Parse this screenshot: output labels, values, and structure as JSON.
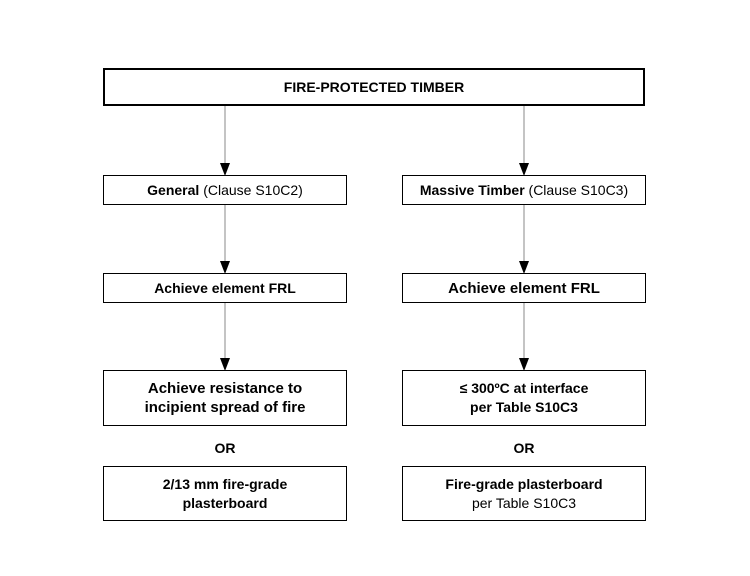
{
  "title": "FIRE-PROTECTED TIMBER",
  "left": {
    "header_bold": "General",
    "header_rest": " (Clause S10C2)",
    "step1": "Achieve element FRL",
    "option1_line1": "Achieve resistance  to",
    "option1_line2": "incipient spread of fire",
    "or": "OR",
    "option2_line1": "2/13 mm fire-grade",
    "option2_line2": "plasterboard"
  },
  "right": {
    "header_bold": "Massive Timber",
    "header_rest": " (Clause S10C3)",
    "step1": "Achieve element FRL",
    "option1_line1": "≤ 300ºC at interface",
    "option1_line2": "per Table S10C3",
    "or": "OR",
    "option2_line1": "Fire-grade plasterboard",
    "option2_line2": "per Table S10C3"
  },
  "colors": {
    "border": "#000000",
    "connector": "#888888"
  }
}
